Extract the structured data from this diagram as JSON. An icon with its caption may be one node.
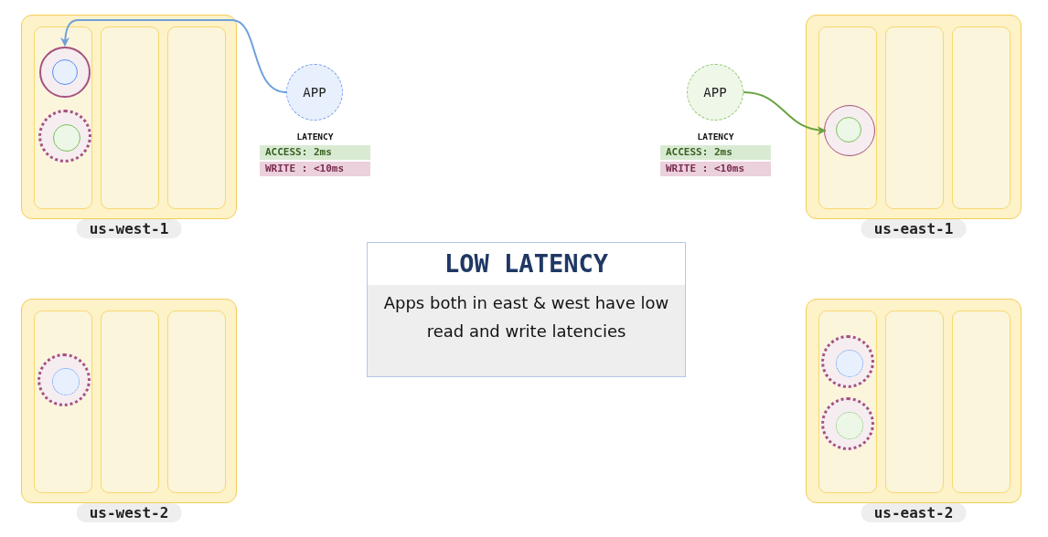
{
  "diagram": {
    "nodes": [
      {
        "text": [
          "us-west-1"
        ]
      },
      {
        "text": [],
        "shape": "box",
        "in": 0
      },
      {
        "text": [],
        "shape": "box",
        "in": 0
      },
      {
        "text": [],
        "shape": "box",
        "in": 0
      },
      {
        "text": [],
        "shape": "circle",
        "in": 1
      },
      {
        "text": [],
        "shape": "circle",
        "in": 4
      },
      {
        "text": [],
        "shape": "circle",
        "in": 1
      },
      {
        "text": [],
        "shape": "circle",
        "in": 6
      },
      {
        "text": [
          "APP"
        ],
        "beside": [
          "LATENCY",
          "ACCESS: 2ms",
          "WRITE : <10ms"
        ]
      },
      {
        "text": [
          "APP"
        ],
        "beside": [
          "LATENCY",
          "ACCESS: 2ms",
          "WRITE : <10ms"
        ]
      },
      {
        "text": [
          "us-east-1"
        ]
      },
      {
        "text": [],
        "shape": "box",
        "in": 10
      },
      {
        "text": [],
        "shape": "box",
        "in": 10
      },
      {
        "text": [],
        "shape": "box",
        "in": 10
      },
      {
        "text": [],
        "shape": "circle",
        "in": 11
      },
      {
        "text": [],
        "shape": "circle",
        "in": 14
      },
      {
        "text": [
          "LOW LATENCY",
          "Apps both in east & west have low read and write latencies"
        ]
      },
      {
        "text": [
          "us-west-2"
        ]
      },
      {
        "text": [],
        "shape": "box",
        "in": 17
      },
      {
        "text": [],
        "shape": "box",
        "in": 17
      },
      {
        "text": [],
        "shape": "box",
        "in": 17
      },
      {
        "text": [],
        "shape": "circle",
        "in": 18
      },
      {
        "text": [],
        "shape": "circle",
        "in": 21
      },
      {
        "text": [
          "us-east-2"
        ]
      },
      {
        "text": [],
        "shape": "box",
        "in": 23
      },
      {
        "text": [],
        "shape": "box",
        "in": 23
      },
      {
        "text": [],
        "shape": "box",
        "in": 23
      },
      {
        "text": [],
        "shape": "circle",
        "in": 24
      },
      {
        "text": [],
        "shape": "circle",
        "in": 27
      },
      {
        "text": [],
        "shape": "circle",
        "in": 24
      },
      {
        "text": [],
        "shape": "circle",
        "in": 29
      }
    ],
    "edges": [
      {
        "from": 8,
        "to": 4,
        "arrow": "to",
        "color": "#6fa0dc"
      },
      {
        "from": 9,
        "to": 14,
        "arrow": "to",
        "color": "#6aa341"
      }
    ]
  }
}
